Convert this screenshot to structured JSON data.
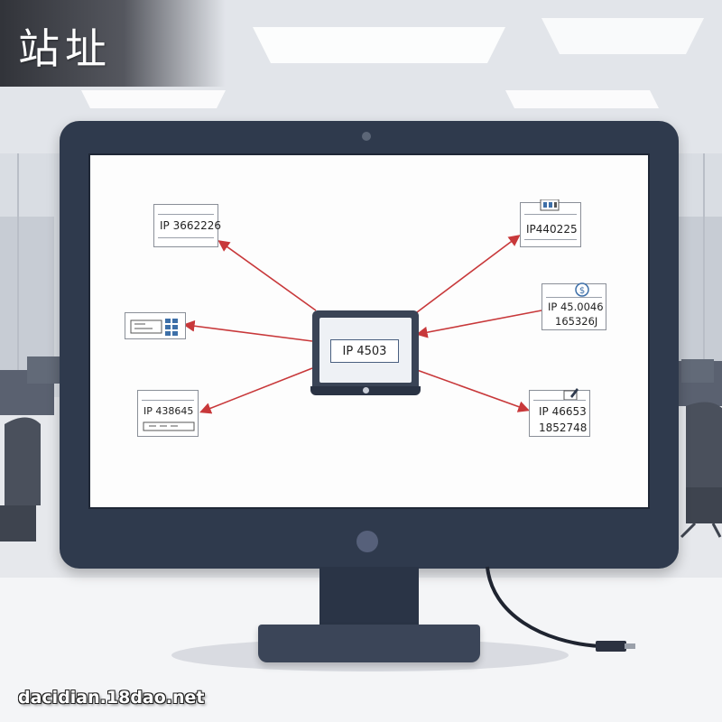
{
  "title": "站址",
  "center_node": {
    "ip": "IP 4503"
  },
  "nodes": {
    "top_left": {
      "ip": "IP 3662226"
    },
    "mid_left": {
      "ip": ""
    },
    "bottom_left": {
      "ip": "IP 438645"
    },
    "top_right": {
      "ip": "IP440225"
    },
    "mid_right": {
      "ip": "IP 45.0046",
      "sub": "165326J"
    },
    "bottom_right": {
      "ip": "IP 46653",
      "sub": "1852748"
    }
  },
  "colors": {
    "bezel": "#2f3a4d",
    "arrow": "#c8383a",
    "screen": "#fdfdfd"
  },
  "watermark": "dacidian.18dao.net"
}
